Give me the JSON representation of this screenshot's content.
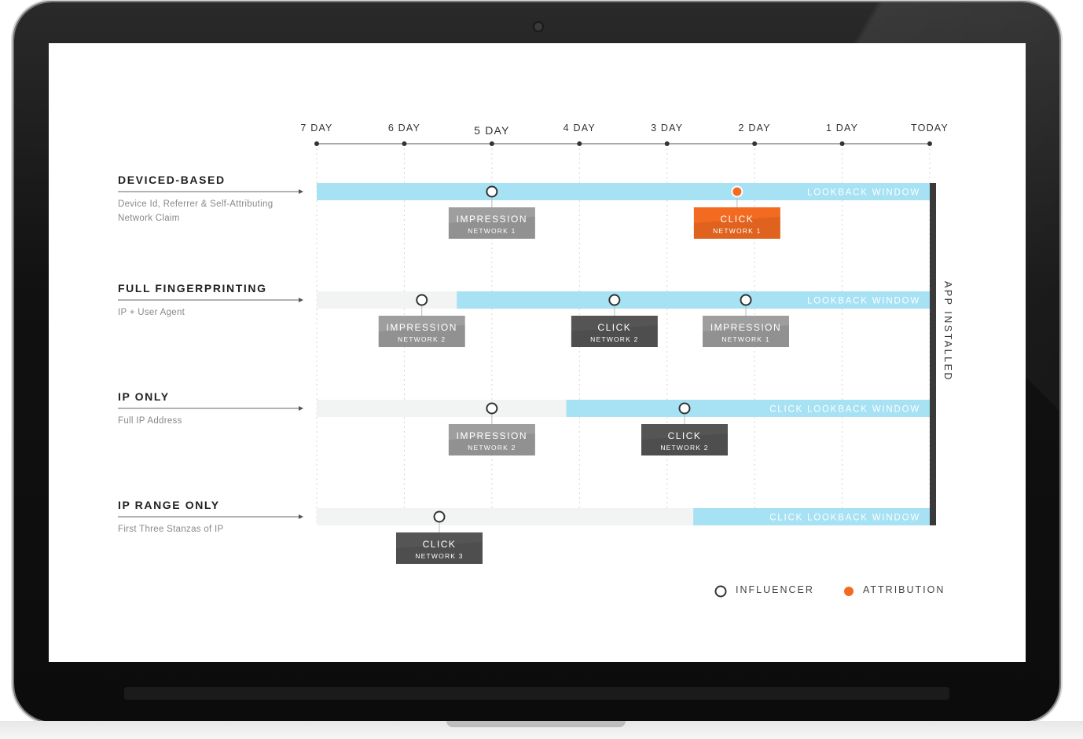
{
  "timeline": {
    "days": [
      "7 DAY",
      "6 DAY",
      "5 DAY",
      "4 DAY",
      "3 DAY",
      "2 DAY",
      "1 DAY",
      "TODAY"
    ]
  },
  "rows": [
    {
      "title": "DEVICED-BASED",
      "subtitle": "Device Id, Referrer & Self-Attributing Network Claim",
      "window_label": "LOOKBACK WINDOW",
      "window_start_day": 7,
      "events": [
        {
          "day": 5.0,
          "kind": "influencer",
          "label": "IMPRESSION",
          "network": "NETWORK 1",
          "shade": "#9e9e9e"
        },
        {
          "day": 2.2,
          "kind": "attribution",
          "label": "CLICK",
          "network": "NETWORK 1",
          "shade": "#f26b21"
        }
      ]
    },
    {
      "title": "FULL FINGERPRINTING",
      "subtitle": "IP + User Agent",
      "window_label": "LOOKBACK WINDOW",
      "window_start_day": 5.4,
      "events": [
        {
          "day": 5.8,
          "kind": "influencer",
          "label": "IMPRESSION",
          "network": "NETWORK 2",
          "shade": "#9e9e9e"
        },
        {
          "day": 3.6,
          "kind": "influencer",
          "label": "CLICK",
          "network": "NETWORK 2",
          "shade": "#555555"
        },
        {
          "day": 2.1,
          "kind": "influencer",
          "label": "IMPRESSION",
          "network": "NETWORK 1",
          "shade": "#9e9e9e"
        }
      ]
    },
    {
      "title": "IP ONLY",
      "subtitle": "Full IP Address",
      "window_label": "CLICK LOOKBACK WINDOW",
      "window_start_day": 4.15,
      "events": [
        {
          "day": 5.0,
          "kind": "influencer",
          "label": "IMPRESSION",
          "network": "NETWORK 2",
          "shade": "#9e9e9e"
        },
        {
          "day": 2.8,
          "kind": "influencer",
          "label": "CLICK",
          "network": "NETWORK 2",
          "shade": "#555555"
        }
      ]
    },
    {
      "title": "IP RANGE ONLY",
      "subtitle": "First Three Stanzas of IP",
      "window_label": "CLICK LOOKBACK WINDOW",
      "window_start_day": 2.7,
      "events": [
        {
          "day": 5.6,
          "kind": "influencer",
          "label": "CLICK",
          "network": "NETWORK 3",
          "shade": "#555555"
        }
      ]
    }
  ],
  "app_installed_label": "APP INSTALLED",
  "legend": {
    "influencer": "INFLUENCER",
    "attribution": "ATTRIBUTION"
  },
  "colors": {
    "window": "#a6e1f4",
    "track": "#f2f3f3",
    "attribution": "#f26b21",
    "impression": "#9e9e9e",
    "click": "#555555",
    "install_bar": "#3a3a3a"
  }
}
